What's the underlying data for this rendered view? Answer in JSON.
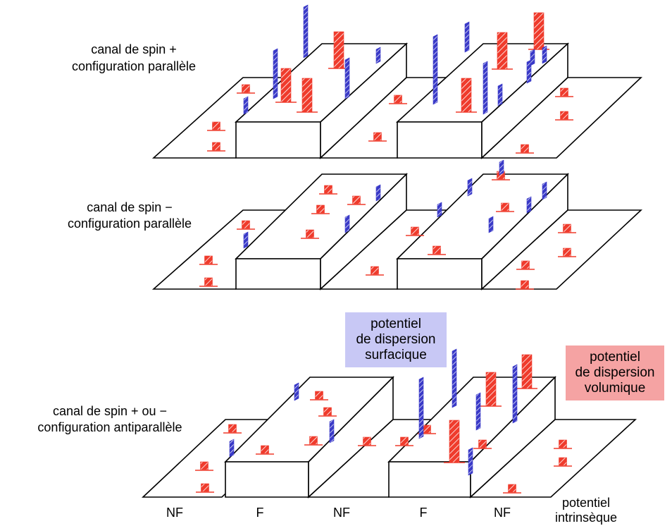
{
  "panels": [
    {
      "label_line1": "canal de spin +",
      "label_line2": "configuration parallèle"
    },
    {
      "label_line1": "canal de spin −",
      "label_line2": "configuration parallèle"
    },
    {
      "label_line1": "canal de spin + ou −",
      "label_line2": "configuration antiparallèle"
    }
  ],
  "layers": [
    "NF",
    "F",
    "NF",
    "F",
    "NF"
  ],
  "legend": {
    "surface": {
      "line1": "potentiel",
      "line2": "de dispersion",
      "line3": "surfacique",
      "color": "#c8c8f5"
    },
    "volume": {
      "line1": "potentiel",
      "line2": "de dispersion",
      "line3": "volumique",
      "color": "#f5a3a3"
    },
    "intrinsic": {
      "line1": "potentiel",
      "line2": "intrinsèque"
    }
  },
  "colors": {
    "volume_bar": "#ef3b2c",
    "surface_bar": "#3a3ac8",
    "outline": "#000000"
  }
}
